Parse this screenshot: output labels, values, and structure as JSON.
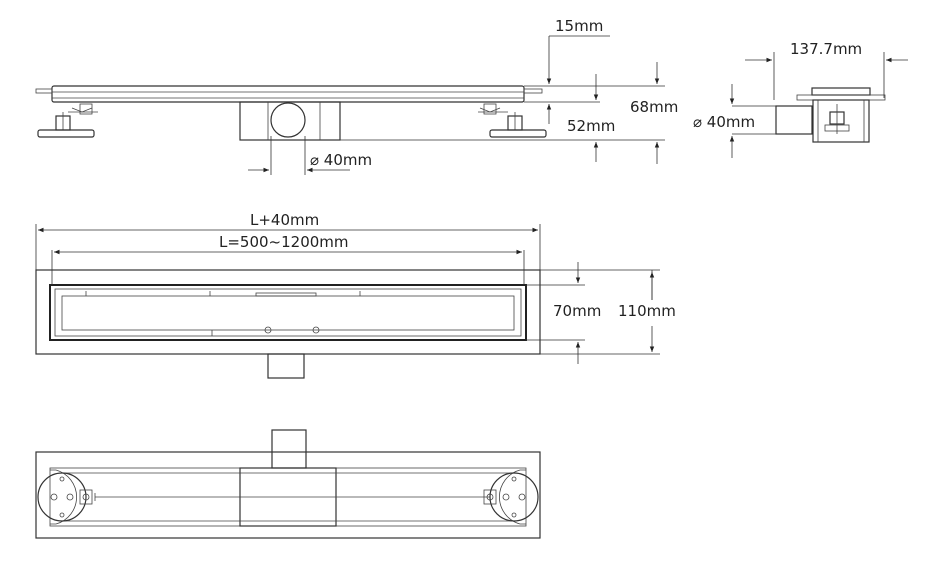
{
  "labels": {
    "top_15": "15mm",
    "top_68": "68mm",
    "top_52": "52mm",
    "side_dia": "⌀ 40mm",
    "width_137": "137.7mm",
    "outlet_dia": "⌀ 40mm",
    "len_outer": "L+40mm",
    "len_inner": "L=500~1200mm",
    "w_70": "70mm",
    "w_110": "110mm"
  }
}
